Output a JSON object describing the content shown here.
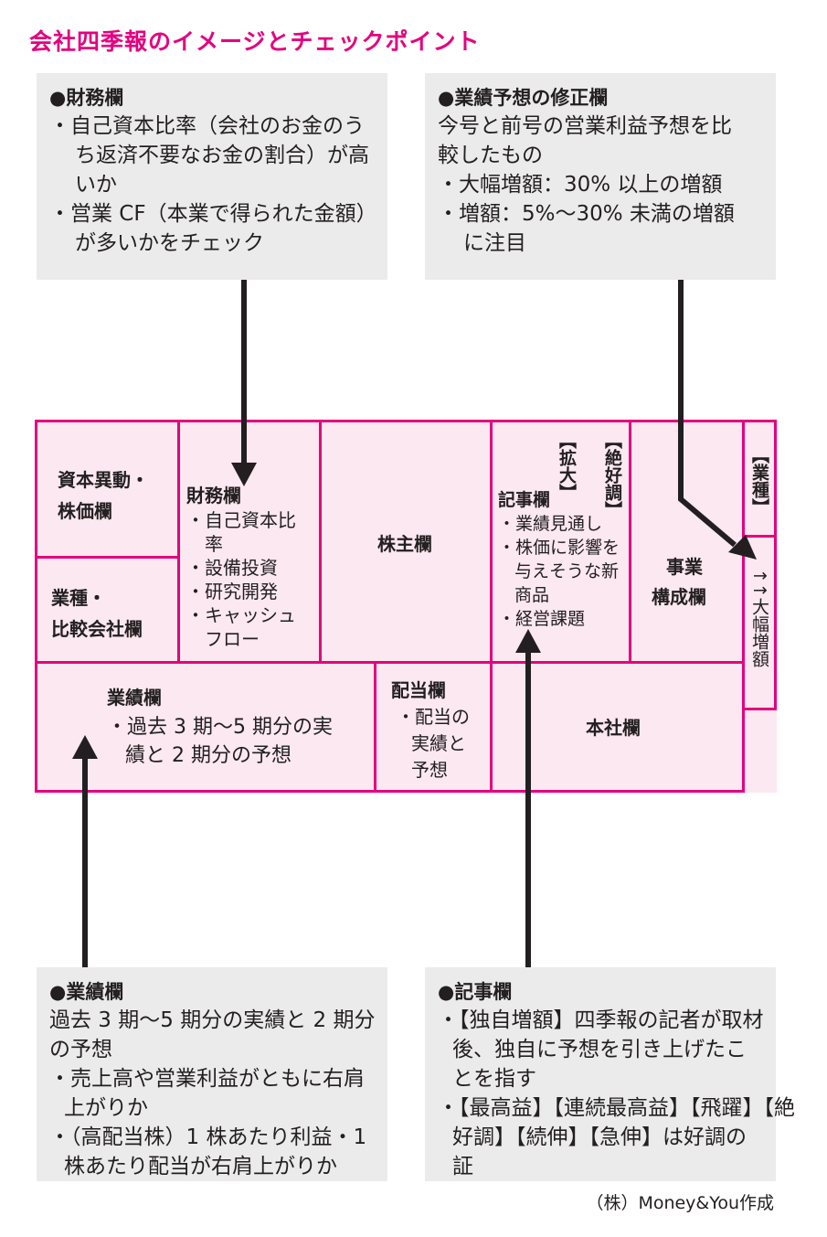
{
  "title": "会社四季報のイメージとチェックポイント",
  "callouts": {
    "zaimu": {
      "heading": "●財務欄",
      "lines": [
        "・自己資本比率（会社のお金のう",
        "ち返済不要なお金の割合）が高",
        "いか",
        "・営業 CF（本業で得られた金額）",
        "が多いかをチェック"
      ]
    },
    "gyoseki_yoso": {
      "heading": "●業績予想の修正欄",
      "lines": [
        "今号と前号の営業利益予想を比",
        "較したもの",
        "・大幅増額：30% 以上の増額",
        "・増額：5%～30% 未満の増額",
        "に注目"
      ]
    },
    "gyoseki": {
      "heading": "●業績欄",
      "lines": [
        "過去 3 期～5 期分の実績と 2 期分",
        "の予想",
        "・売上高や営業利益がともに右肩",
        "上がりか",
        "・（高配当株）1 株あたり利益・1",
        "株あたり配当が右肩上がりか"
      ]
    },
    "kiji": {
      "heading": "●記事欄",
      "lines": [
        "・【独自増額】四季報の記者が取材",
        "後、独自に予想を引き上げたこ",
        "とを指す",
        "・【最高益】【連続最高益】【飛躍】【絶",
        "好調】【続伸】【急伸】は好調の",
        "証"
      ]
    }
  },
  "grid": {
    "shihon": [
      "資本異動・",
      "株価欄"
    ],
    "gyoshu": [
      "業種・",
      "比較会社欄"
    ],
    "zaimu": {
      "title": "財務欄",
      "items": [
        "・自己資本比",
        "率",
        "・設備投資",
        "・研究開発",
        "・キャッシュ",
        "フロー"
      ]
    },
    "kabunushi": "株主欄",
    "kiji": {
      "tag1": "【絶好調】",
      "tag2": "【拡大】",
      "title": "記事欄",
      "items": [
        "・業績見通し",
        "・株価に影響を",
        "与えそうな新",
        "商品",
        "・経営課題"
      ]
    },
    "jigyo": [
      "事業",
      "構成欄"
    ],
    "gyoshu_tag": "【業種】",
    "oohaba": "↑↑大幅増額",
    "gyoseki": {
      "title": "業績欄",
      "items": [
        "・過去 3 期～5 期分の実",
        "績と 2 期分の予想"
      ]
    },
    "haito": {
      "title": "配当欄",
      "items": [
        "・配当の",
        "実績と",
        "予想"
      ]
    },
    "honsha": "本社欄"
  },
  "credit": "（株）Money&You作成",
  "colors": {
    "accent": "#e4007f",
    "cell_fill": "#fbe8f0",
    "callout_fill": "#ebebeb",
    "arrow": "#231f20"
  }
}
